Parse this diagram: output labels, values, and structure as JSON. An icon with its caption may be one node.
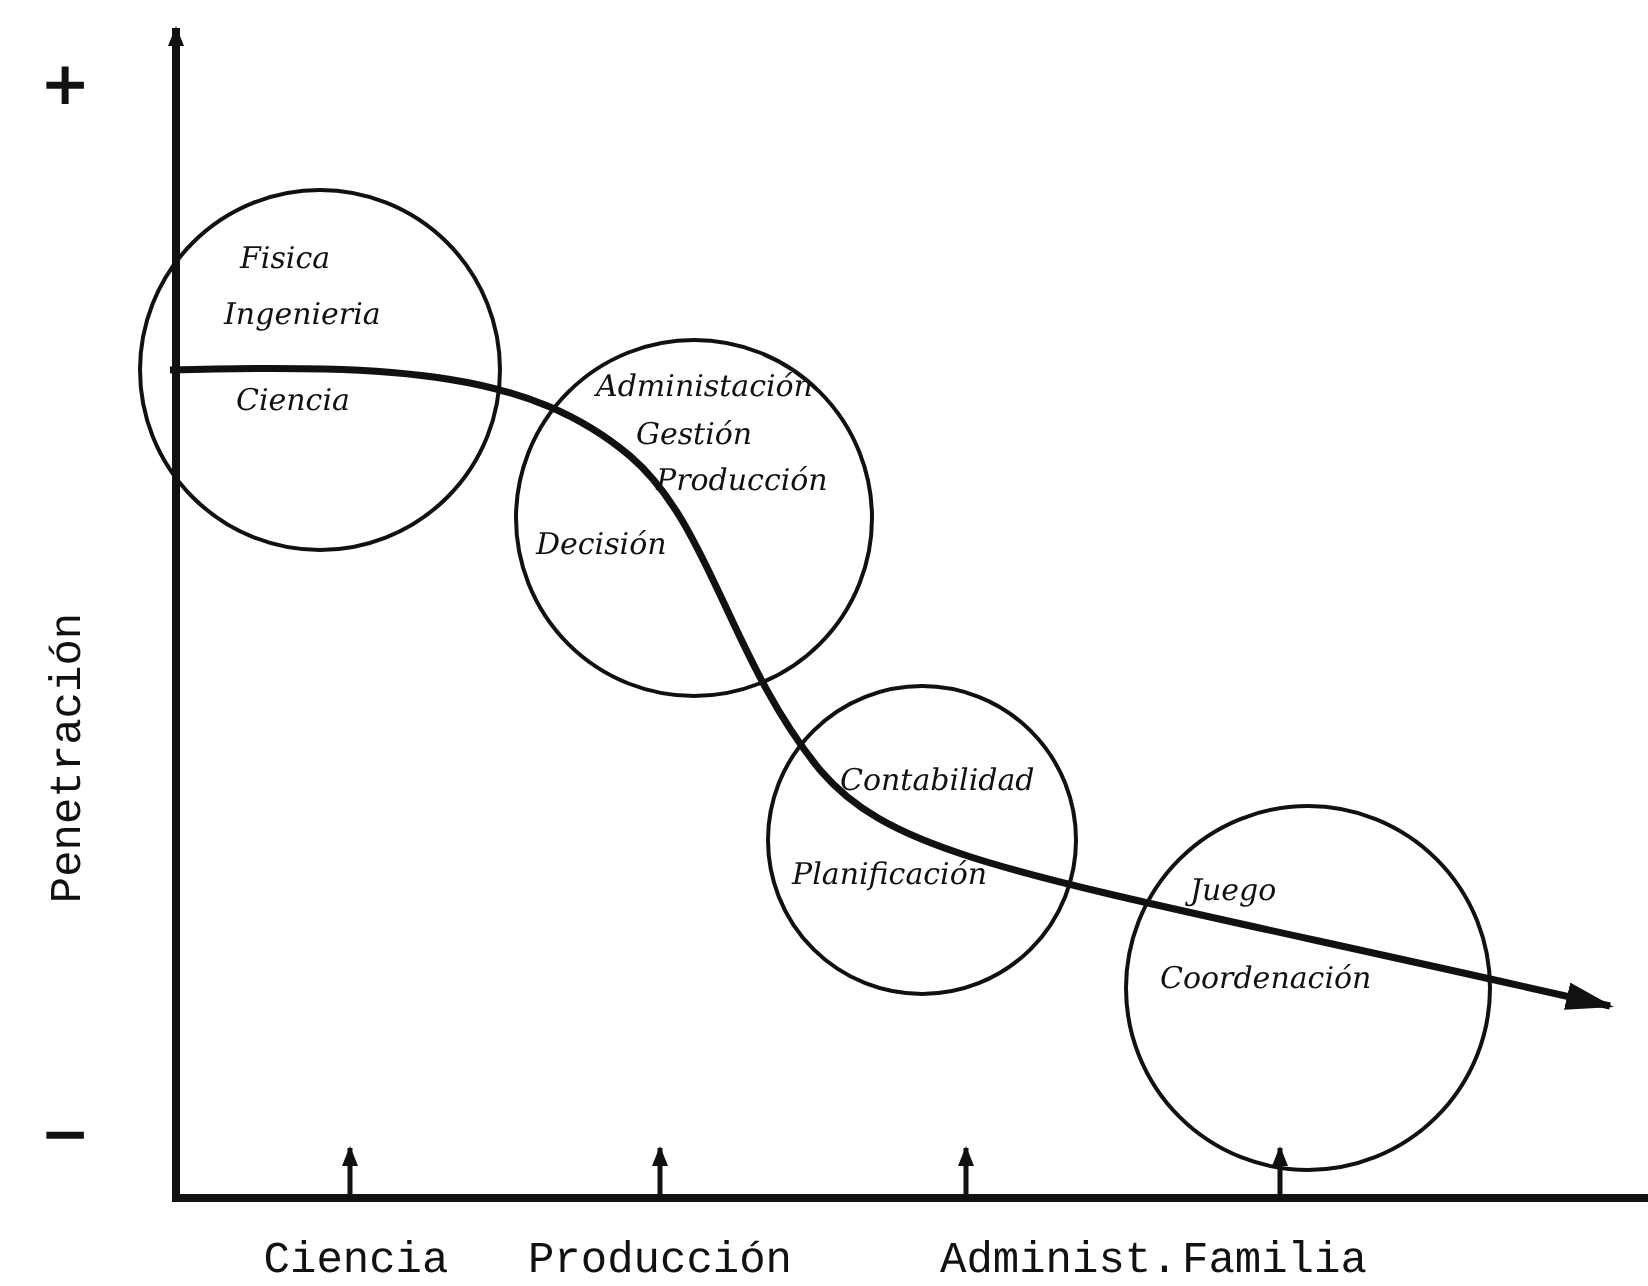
{
  "diagram": {
    "nodes": [
      {
        "text": [
          "Fisica",
          "Ingenieria",
          "Ciencia"
        ]
      },
      {
        "text": [
          "Administación",
          "Gestión",
          "Producción",
          "Decisión"
        ]
      },
      {
        "text": [
          "Contabilidad",
          "Planificación"
        ]
      },
      {
        "text": [
          "Juego",
          "Coordenación"
        ]
      }
    ],
    "labels": [
      "+",
      "−",
      "Penetración",
      "Ciencia",
      "Producción",
      "Administ.",
      "Familia"
    ]
  }
}
